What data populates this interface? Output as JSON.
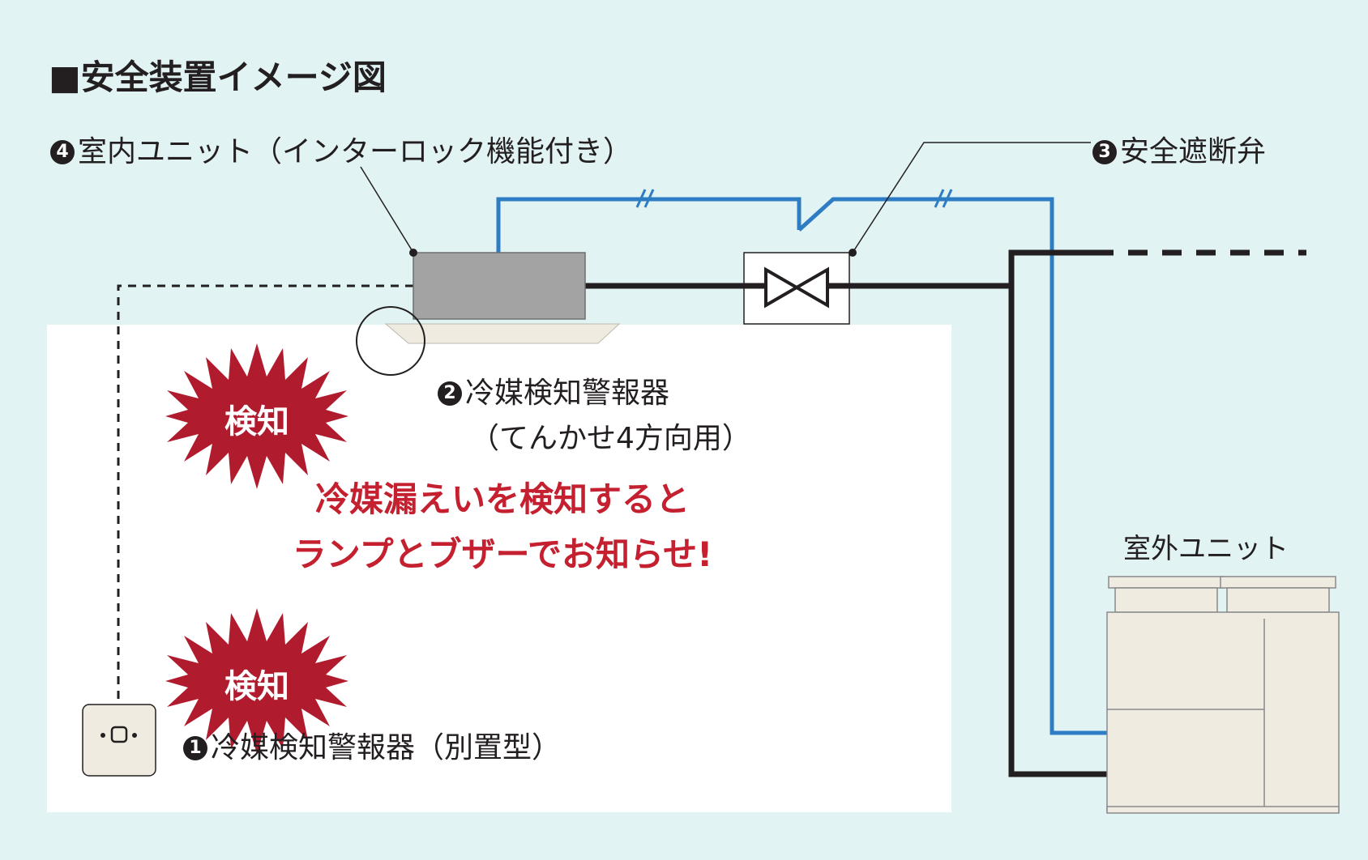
{
  "title": "■安全装置イメージ図",
  "labels": {
    "indoor_unit": {
      "num": "4",
      "text": "室内ユニット（インターロック機能付き）"
    },
    "shutoff_valve": {
      "num": "3",
      "text": "安全遮断弁"
    },
    "ceiling_detector": {
      "num": "2",
      "text": "冷媒検知警報器",
      "sub": "（てんかせ4方向用）"
    },
    "wall_detector": {
      "num": "1",
      "text": "冷媒検知警報器（別置型）"
    },
    "outdoor_unit": "室外ユニット"
  },
  "bursts": [
    "検知",
    "検知"
  ],
  "alert": {
    "line1": "冷媒漏えいを検知すると",
    "line2": "ランプとブザーでお知らせ!"
  },
  "colors": {
    "background": "#e2f3f4",
    "room": "#ffffff",
    "pipe_blue": "#2e7cc4",
    "pipe_black": "#231f20",
    "accent_red": "#b01c2e",
    "unit_gray": "#a3a3a3"
  }
}
